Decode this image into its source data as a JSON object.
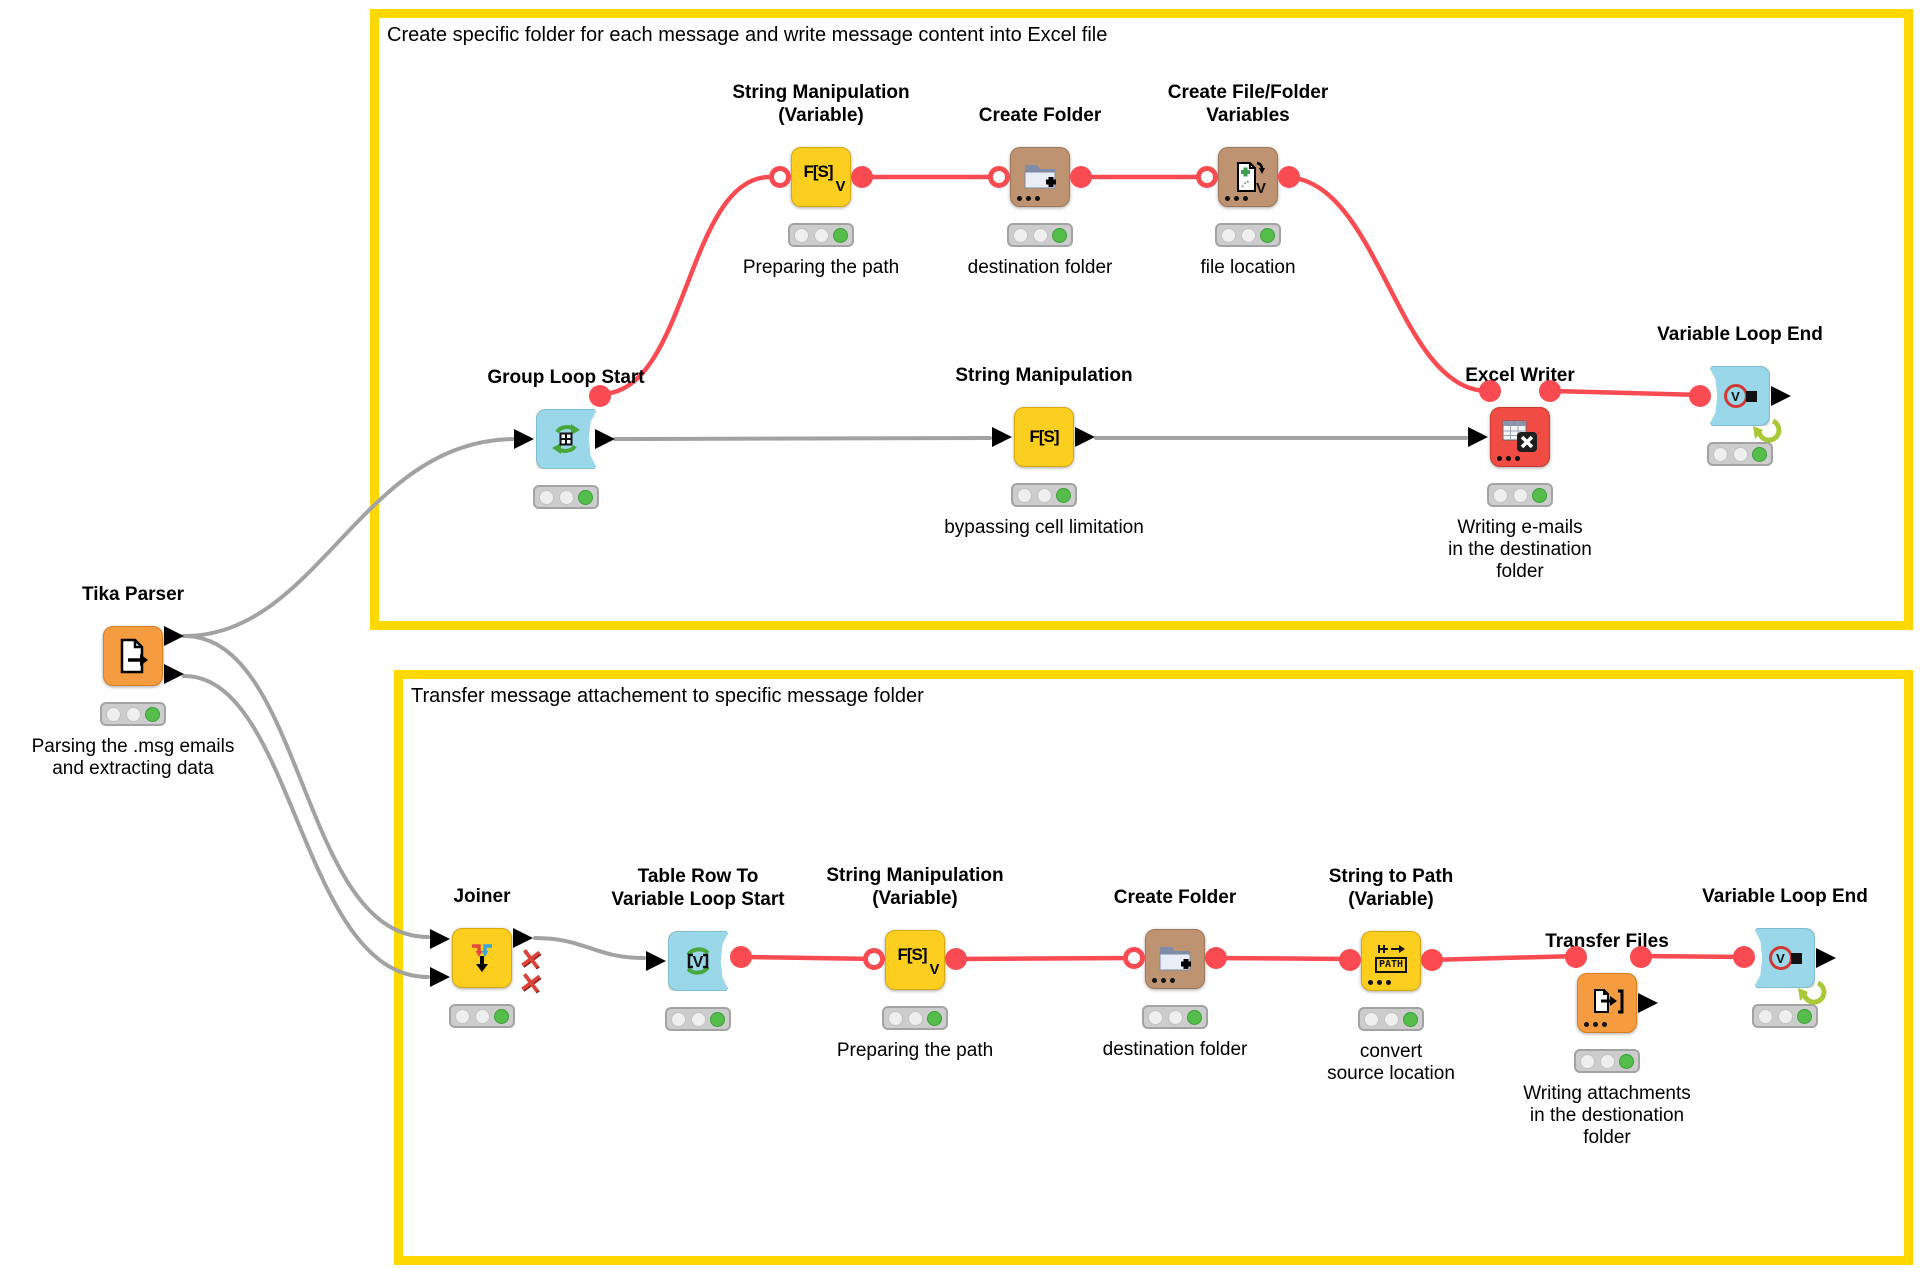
{
  "workflow": {
    "annotations": [
      {
        "title": "Create specific folder for each message and write message content into Excel file"
      },
      {
        "title": "Transfer message attachement to specific message folder"
      }
    ],
    "nodes": [
      {
        "name": "tika-parser",
        "title": "Tika Parser",
        "caption": "Parsing the .msg emails\nand extracting data",
        "status": "executed"
      },
      {
        "name": "group-loop-start",
        "title": "Group Loop Start",
        "status": "executed"
      },
      {
        "name": "string-manipulation-variable-1",
        "title": "String Manipulation\n(Variable)",
        "caption": "Preparing the path",
        "icon_text": "F[S]",
        "icon_sub": "V",
        "status": "executed"
      },
      {
        "name": "create-folder-1",
        "title": "Create Folder",
        "caption": "destination folder",
        "status": "executed"
      },
      {
        "name": "create-file-folder-variables",
        "title": "Create File/Folder\nVariables",
        "caption": "file location",
        "icon_sub": "V",
        "status": "executed"
      },
      {
        "name": "string-manipulation",
        "title": "String Manipulation",
        "caption": "bypassing cell limitation",
        "icon_text": "F[S]",
        "status": "executed"
      },
      {
        "name": "excel-writer",
        "title": "Excel Writer",
        "caption": "Writing e-mails\nin the destination\nfolder",
        "status": "executed"
      },
      {
        "name": "variable-loop-end-1",
        "title": "Variable Loop End",
        "icon_text": "V",
        "status": "executed"
      },
      {
        "name": "joiner",
        "title": "Joiner",
        "status": "executed"
      },
      {
        "name": "table-row-to-variable-loop-start",
        "title": "Table Row To\nVariable Loop Start",
        "icon_text": "V",
        "status": "executed"
      },
      {
        "name": "string-manipulation-variable-2",
        "title": "String Manipulation\n(Variable)",
        "caption": "Preparing the path",
        "icon_text": "F[S]",
        "icon_sub": "V",
        "status": "executed"
      },
      {
        "name": "create-folder-2",
        "title": "Create Folder",
        "caption": "destination folder",
        "status": "executed"
      },
      {
        "name": "string-to-path-variable",
        "title": "String to Path\n(Variable)",
        "caption": "convert\nsource location",
        "icon_text": "PATH",
        "status": "executed"
      },
      {
        "name": "transfer-files",
        "title": "Transfer Files",
        "caption": "Writing attachments\nin the destionation\nfolder",
        "status": "executed"
      },
      {
        "name": "variable-loop-end-2",
        "title": "Variable Loop End",
        "icon_text": "V",
        "status": "executed"
      }
    ],
    "colors": {
      "annotation_border": "#FFD800",
      "wire_gray": "#A2A2A2",
      "wire_red": "#FA4B52",
      "node_yellow": "#FBCE20",
      "node_orange": "#F59B40",
      "node_brown": "#BE9372",
      "node_red": "#F04C43",
      "node_blue": "#9AD7E8",
      "status_green": "#55BE4B",
      "loop_arrow_green": "#A9C837"
    }
  }
}
